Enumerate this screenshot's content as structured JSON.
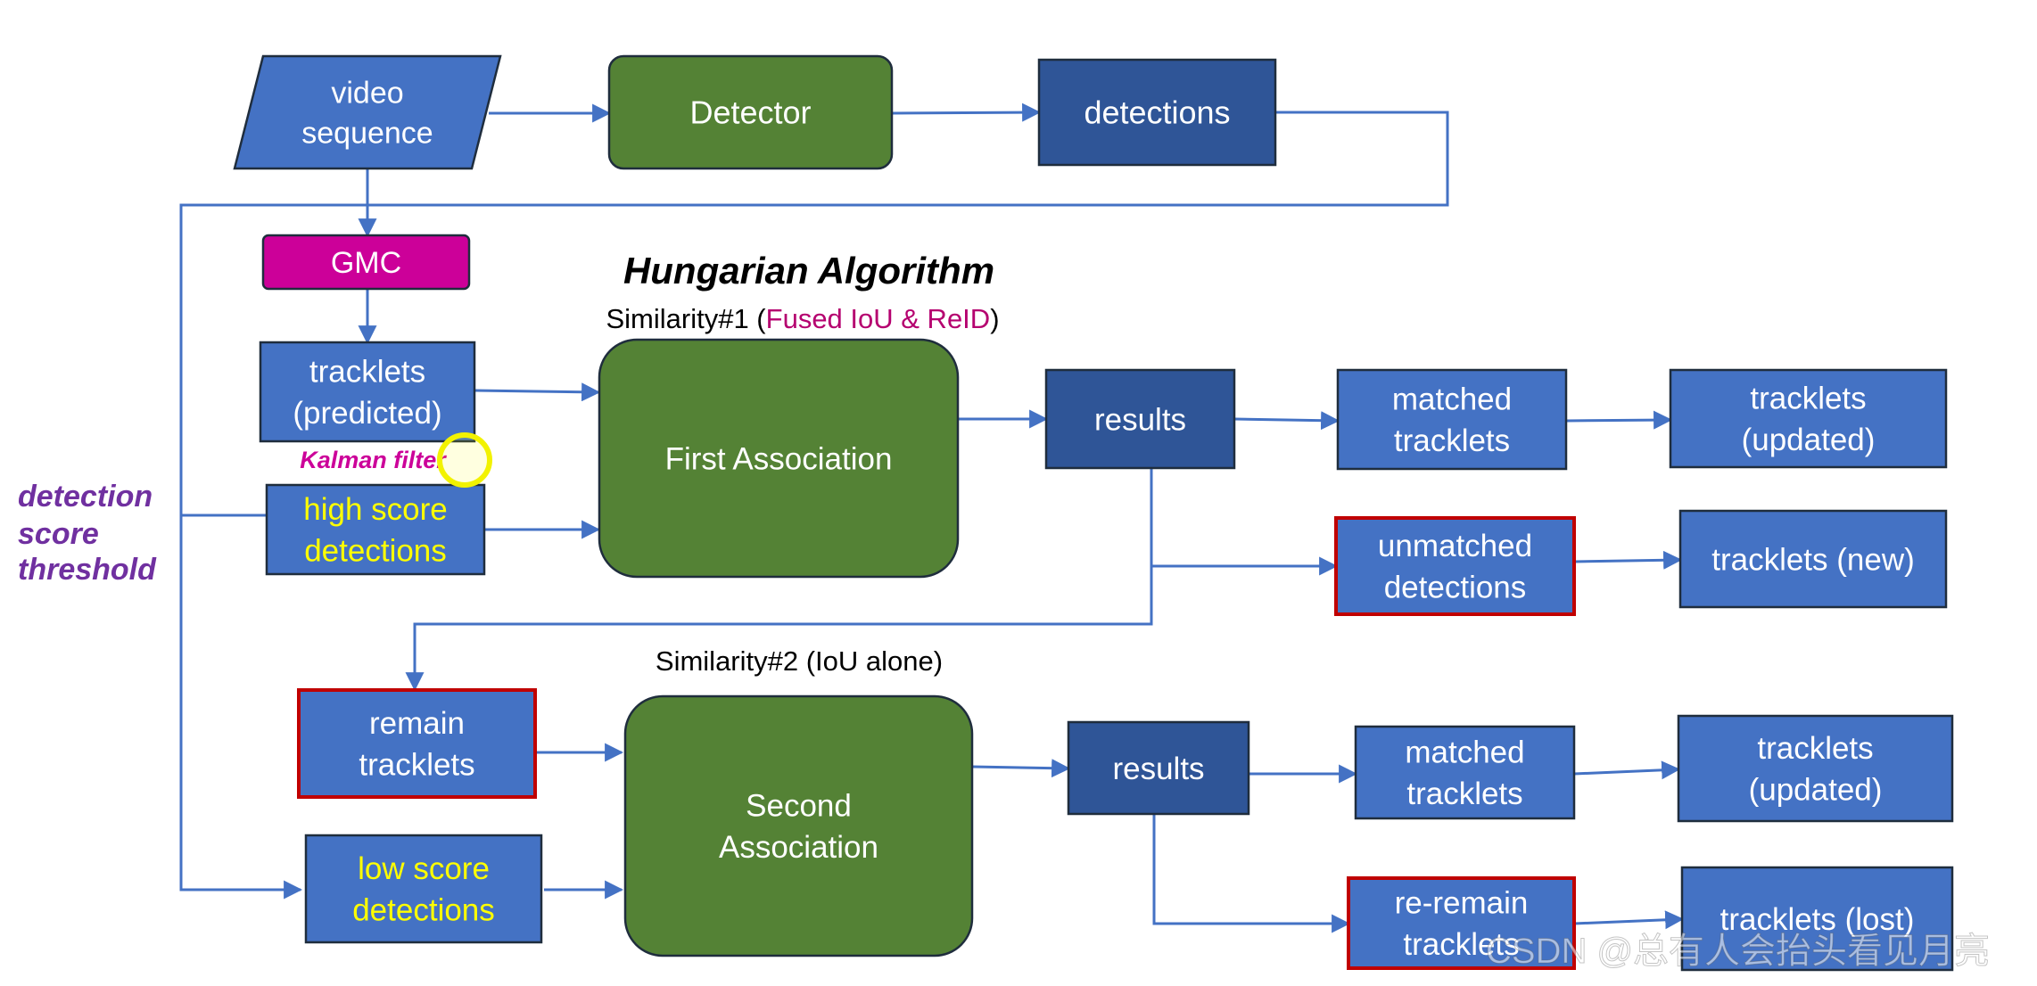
{
  "title": "Hungarian Algorithm",
  "side_label": [
    "detection",
    "score",
    "threshold"
  ],
  "nodes": {
    "video": [
      "video",
      "sequence"
    ],
    "detector": [
      "Detector"
    ],
    "detections": [
      "detections"
    ],
    "gmc": [
      "GMC"
    ],
    "tracklets_pred": [
      "tracklets",
      "(predicted)"
    ],
    "kalman": "Kalman filter",
    "high_score": [
      "high score",
      "detections"
    ],
    "first_assoc": [
      "First Association"
    ],
    "results1": [
      "results"
    ],
    "matched1": [
      "matched",
      "tracklets"
    ],
    "updated1": [
      "tracklets",
      "(updated)"
    ],
    "unmatched": [
      "unmatched",
      "detections"
    ],
    "new": [
      "tracklets (new)"
    ],
    "remain": [
      "remain",
      "tracklets"
    ],
    "low_score": [
      "low score",
      "detections"
    ],
    "second_assoc": [
      "Second",
      "Association"
    ],
    "results2": [
      "results"
    ],
    "matched2": [
      "matched",
      "tracklets"
    ],
    "updated2": [
      "tracklets",
      "(updated)"
    ],
    "reremain": [
      "re-remain",
      "tracklets"
    ],
    "lost": [
      "tracklets (lost)"
    ]
  },
  "similarity1": {
    "prefix": "Similarity#1 (",
    "highlight": "Fused IoU & ReID",
    "suffix": ")"
  },
  "similarity2": "Similarity#2 (IoU alone)",
  "watermark": "CSDN @总有人会抬头看见月亮",
  "colors": {
    "blue": "#4472c4",
    "dark_blue": "#2f5597",
    "green": "#548235",
    "magenta": "#cc0099",
    "edge": "#4472c4",
    "red_border": "#c00000",
    "yellow_text": "#ffff00",
    "purple": "#7030a0",
    "dark_text": "#1f2d3d"
  }
}
